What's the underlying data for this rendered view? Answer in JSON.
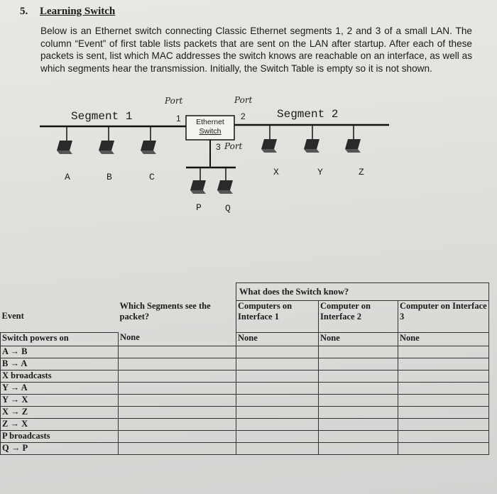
{
  "question": {
    "number": "5.",
    "title": "Learning Switch",
    "paragraph": "Below is an Ethernet switch connecting Classic Ethernet segments 1, 2 and 3 of a small LAN.  The column “Event” of first table lists packets that are sent on the LAN after startup. After each of these packets is sent, list which MAC addresses the switch knows are reachable on an interface, as well as which segments hear the transmission. Initially, the Switch Table is empty so it is not shown."
  },
  "diagram": {
    "segment1": "Segment 1",
    "segment2": "Segment 2",
    "switch_label_1": "Ethernet",
    "switch_label_2": "Switch",
    "port1": "1",
    "port2": "2",
    "port3": "3",
    "hand_port_1": "Port",
    "hand_port_2": "Port",
    "hand_port_3": "Port",
    "computers_left": [
      "A",
      "B",
      "C"
    ],
    "computers_right": [
      "X",
      "Y",
      "Z"
    ],
    "computers_bottom": [
      "P",
      "Q"
    ]
  },
  "table": {
    "group_header": "What does the Switch know?",
    "headers": {
      "event": "Event",
      "segments": "Which Segments see the packet?",
      "if1": "Computers on Interface 1",
      "if2": "Computer on Interface 2",
      "if3": "Computer on Interface 3"
    },
    "rows": [
      {
        "event": "Switch powers on",
        "segments": "None",
        "if1": "None",
        "if2": "None",
        "if3": "None"
      },
      {
        "event": "A → B",
        "segments": "",
        "if1": "",
        "if2": "",
        "if3": ""
      },
      {
        "event": "B → A",
        "segments": "",
        "if1": "",
        "if2": "",
        "if3": ""
      },
      {
        "event": "X broadcasts",
        "segments": "",
        "if1": "",
        "if2": "",
        "if3": ""
      },
      {
        "event": "Y → A",
        "segments": "",
        "if1": "",
        "if2": "",
        "if3": ""
      },
      {
        "event": "Y → X",
        "segments": "",
        "if1": "",
        "if2": "",
        "if3": ""
      },
      {
        "event": "X → Z",
        "segments": "",
        "if1": "",
        "if2": "",
        "if3": ""
      },
      {
        "event": "Z → X",
        "segments": "",
        "if1": "",
        "if2": "",
        "if3": ""
      },
      {
        "event": "P broadcasts",
        "segments": "",
        "if1": "",
        "if2": "",
        "if3": ""
      },
      {
        "event": "Q → P",
        "segments": "",
        "if1": "",
        "if2": "",
        "if3": ""
      }
    ]
  }
}
